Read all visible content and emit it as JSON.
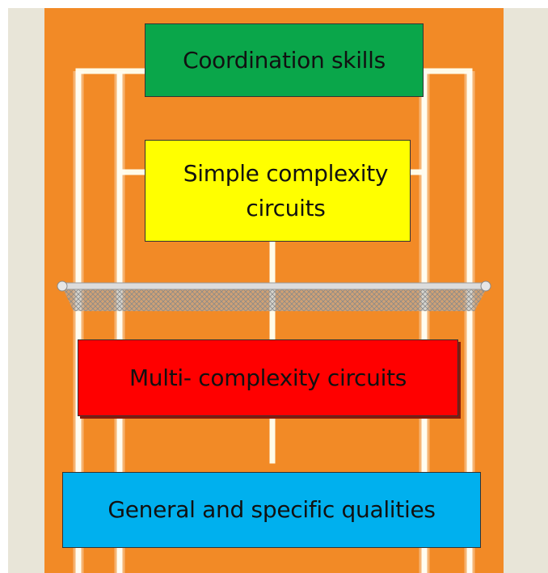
{
  "colors": {
    "court": "#f28a26",
    "court_lines": "#fffbe8",
    "background_sides": "#e8e5d8",
    "net": "#c9c9c9"
  },
  "levels": [
    {
      "label": "Coordination skills",
      "color": "#0aa64a"
    },
    {
      "label": "Simple complexity circuits",
      "color": "#ffff00"
    },
    {
      "label": "Multi- complexity circuits",
      "color": "#ff0000"
    },
    {
      "label": "General and specific qualities",
      "color": "#00b0ee"
    }
  ]
}
